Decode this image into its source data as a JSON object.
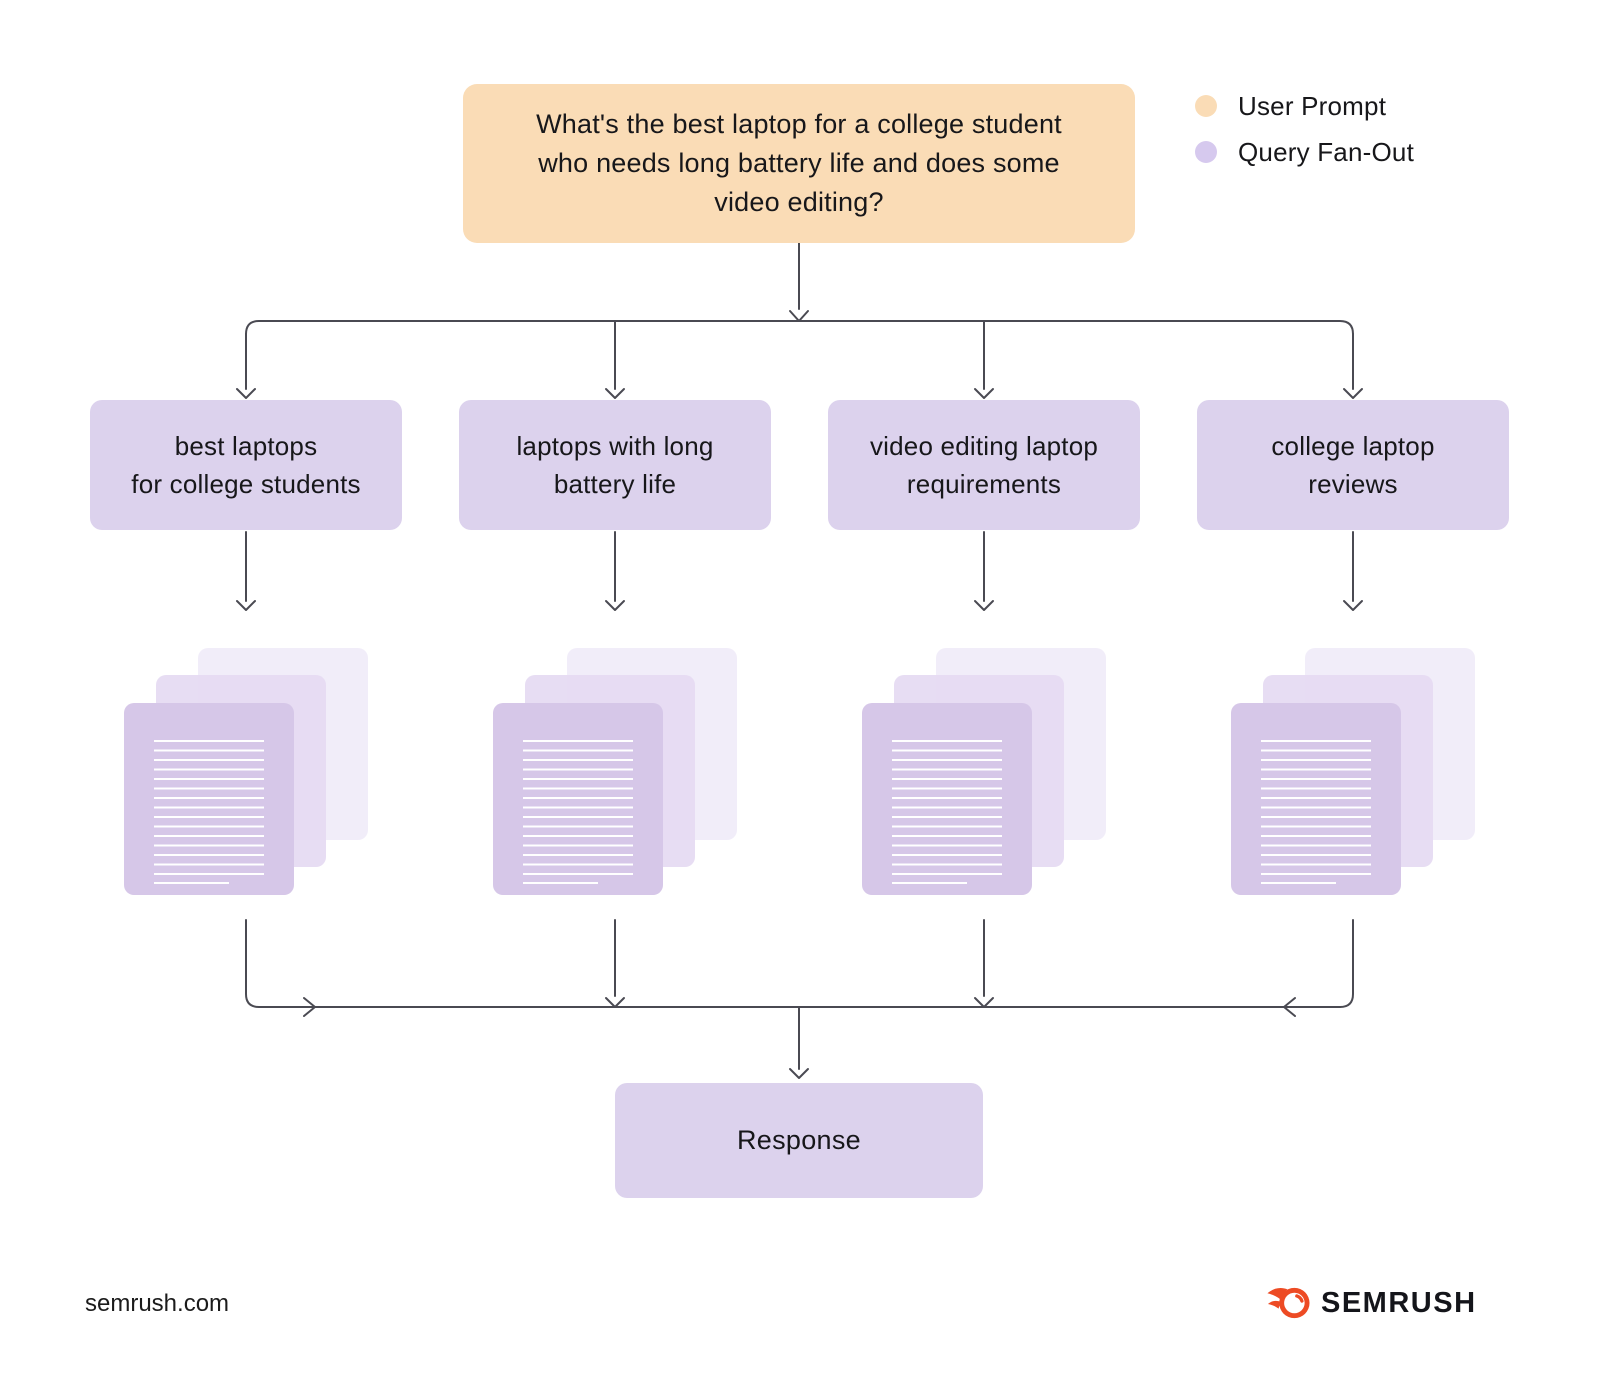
{
  "diagram": {
    "prompt": "What's the best laptop for a college student\nwho needs long battery life and does some\nvideo editing?",
    "queries": [
      {
        "label": "best laptops\nfor college students"
      },
      {
        "label": "laptops with long\nbattery life"
      },
      {
        "label": "video editing laptop\nrequirements"
      },
      {
        "label": "college laptop\nreviews"
      }
    ],
    "response_label": "Response"
  },
  "legend": {
    "items": [
      {
        "label": "User Prompt",
        "color": "#FADCB6"
      },
      {
        "label": "Query Fan-Out",
        "color": "#D6C9EE"
      }
    ]
  },
  "footer": {
    "website": "semrush.com",
    "brand": "SEMRUSH"
  },
  "colors": {
    "user_prompt_box": "#FADCB6",
    "query_box": "#DCD2ED",
    "document_front": "#D6C7E8",
    "document_middle": "#E5DBF2",
    "document_back": "#F0EBF8",
    "connector": "#4A4A52",
    "brand_orange": "#ED4B24",
    "text": "#17171A"
  }
}
